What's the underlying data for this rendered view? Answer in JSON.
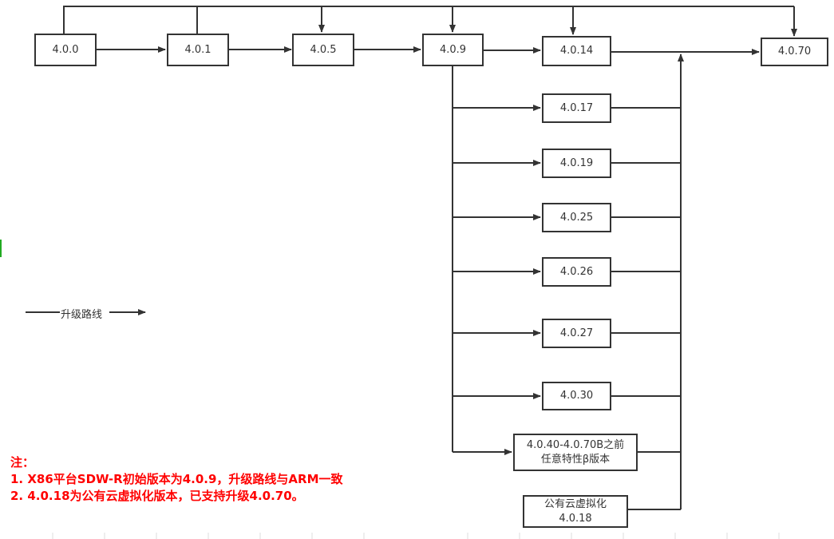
{
  "nodes": [
    {
      "id": "n400",
      "label": "4.0.0"
    },
    {
      "id": "n401",
      "label": "4.0.1"
    },
    {
      "id": "n405",
      "label": "4.0.5"
    },
    {
      "id": "n409",
      "label": "4.0.9"
    },
    {
      "id": "n4014",
      "label": "4.0.14"
    },
    {
      "id": "n4070",
      "label": "4.0.70"
    },
    {
      "id": "n4017",
      "label": "4.0.17"
    },
    {
      "id": "n4019",
      "label": "4.0.19"
    },
    {
      "id": "n4025",
      "label": "4.0.25"
    },
    {
      "id": "n4026",
      "label": "4.0.26"
    },
    {
      "id": "n4027",
      "label": "4.0.27"
    },
    {
      "id": "n4030",
      "label": "4.0.30"
    },
    {
      "id": "nbeta",
      "label": "4.0.40-4.0.70B之前",
      "label2": "任意特性β版本"
    },
    {
      "id": "ncloud",
      "label": "公有云虚拟化",
      "label2": "4.0.18"
    }
  ],
  "legend": {
    "label": "升级路线"
  },
  "notes": {
    "title": "注：",
    "line1": "1. X86平台SDW-R初始版本为4.0.9，升级路线与ARM一致",
    "line2": "2. 4.0.18为公有云虚拟化版本，已支持升级4.0.70。"
  },
  "colors": {
    "line": "#333333",
    "note": "#ff0000"
  }
}
